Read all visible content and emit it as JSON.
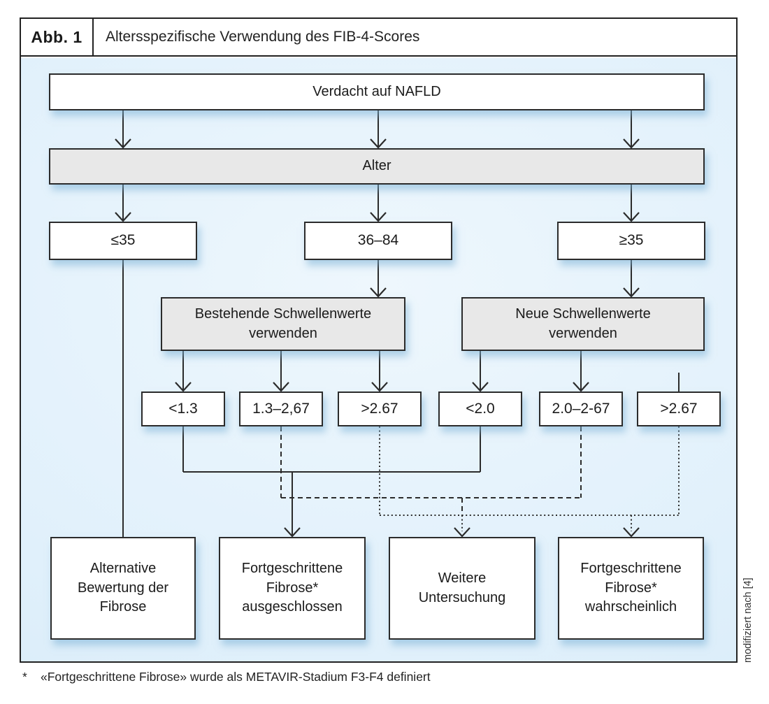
{
  "figure": {
    "label": "Abb. 1",
    "title": "Altersspezifische Verwendung des FIB-4-Scores",
    "footnote": {
      "marker": "*",
      "text": "«Fortgeschrittene Fibrose» wurde als METAVIR-Stadium F3-F4 definiert"
    },
    "source_note": "modifiziert nach [4]"
  },
  "flowchart": {
    "nodes": {
      "suspicion": {
        "label": "Verdacht auf NAFLD"
      },
      "age": {
        "label": "Alter"
      },
      "age_le_35": {
        "label": "≤35"
      },
      "age_36_84": {
        "label": "36–84"
      },
      "age_ge_35": {
        "label": "≥35"
      },
      "existing_thresholds": {
        "label": "Bestehende Schwellenwerte\nverwenden"
      },
      "new_thresholds": {
        "label": "Neue Schwellenwerte\nverwenden"
      },
      "lt_1_3": {
        "label": "<1.3"
      },
      "range_1_3_2_67": {
        "label": "1.3–2,67"
      },
      "gt_2_67_left": {
        "label": ">2.67"
      },
      "lt_2_0": {
        "label": "<2.0"
      },
      "range_2_0_2_67": {
        "label": "2.0–2-67"
      },
      "gt_2_67_right": {
        "label": ">2.67"
      },
      "alternative_assessment": {
        "label": "Alternative\nBewertung der\nFibrose"
      },
      "advanced_fibrosis_excluded": {
        "label": "Fortgeschrittene\nFibrose*\nausgeschlossen"
      },
      "further_investigation": {
        "label": "Weitere\nUntersuchung"
      },
      "advanced_fibrosis_likely": {
        "label": "Fortgeschrittene\nFibrose*\nwahrscheinlich"
      }
    }
  },
  "colors": {
    "panel_blue": "#ddeefa",
    "node_gray": "#e8e8e8",
    "line": "#2b2b2b",
    "shadow": "rgba(122,176,214,0.55)"
  }
}
